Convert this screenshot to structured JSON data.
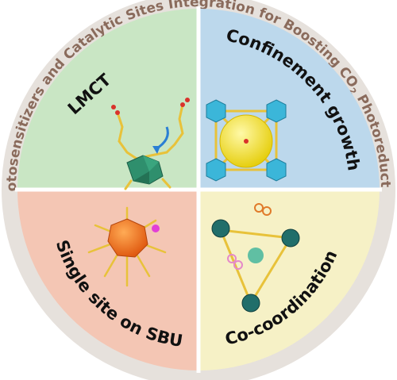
{
  "ring": {
    "title_part1": "Photosensitizers and Catalytic Sites Integration for Boosting CO",
    "title_sub": "2",
    "title_part2": " Photoreduction"
  },
  "quadrants": {
    "top_left": {
      "label": "LMCT",
      "color": "#c9e6c4"
    },
    "top_right": {
      "label": "Confinement growth",
      "color": "#bcd8ec"
    },
    "bottom_left": {
      "label": "Single site on SBU",
      "color": "#f4c6b4"
    },
    "bottom_right": {
      "label": "Co-coordination",
      "color": "#f6f1c6"
    }
  },
  "colors": {
    "ring_bg": "#e6e1dc",
    "ring_text": "#8a6b5c",
    "divider": "#ffffff",
    "ligand": "#e8c23a",
    "cluster_green": "#2f8f6d",
    "polyhedron_cyan": "#3bb6d9",
    "cage_yellow": "#f2e233",
    "core_orange": "#f07a1f",
    "arrow_blue": "#2a7fd4",
    "accent_pink": "#e23fd6"
  }
}
